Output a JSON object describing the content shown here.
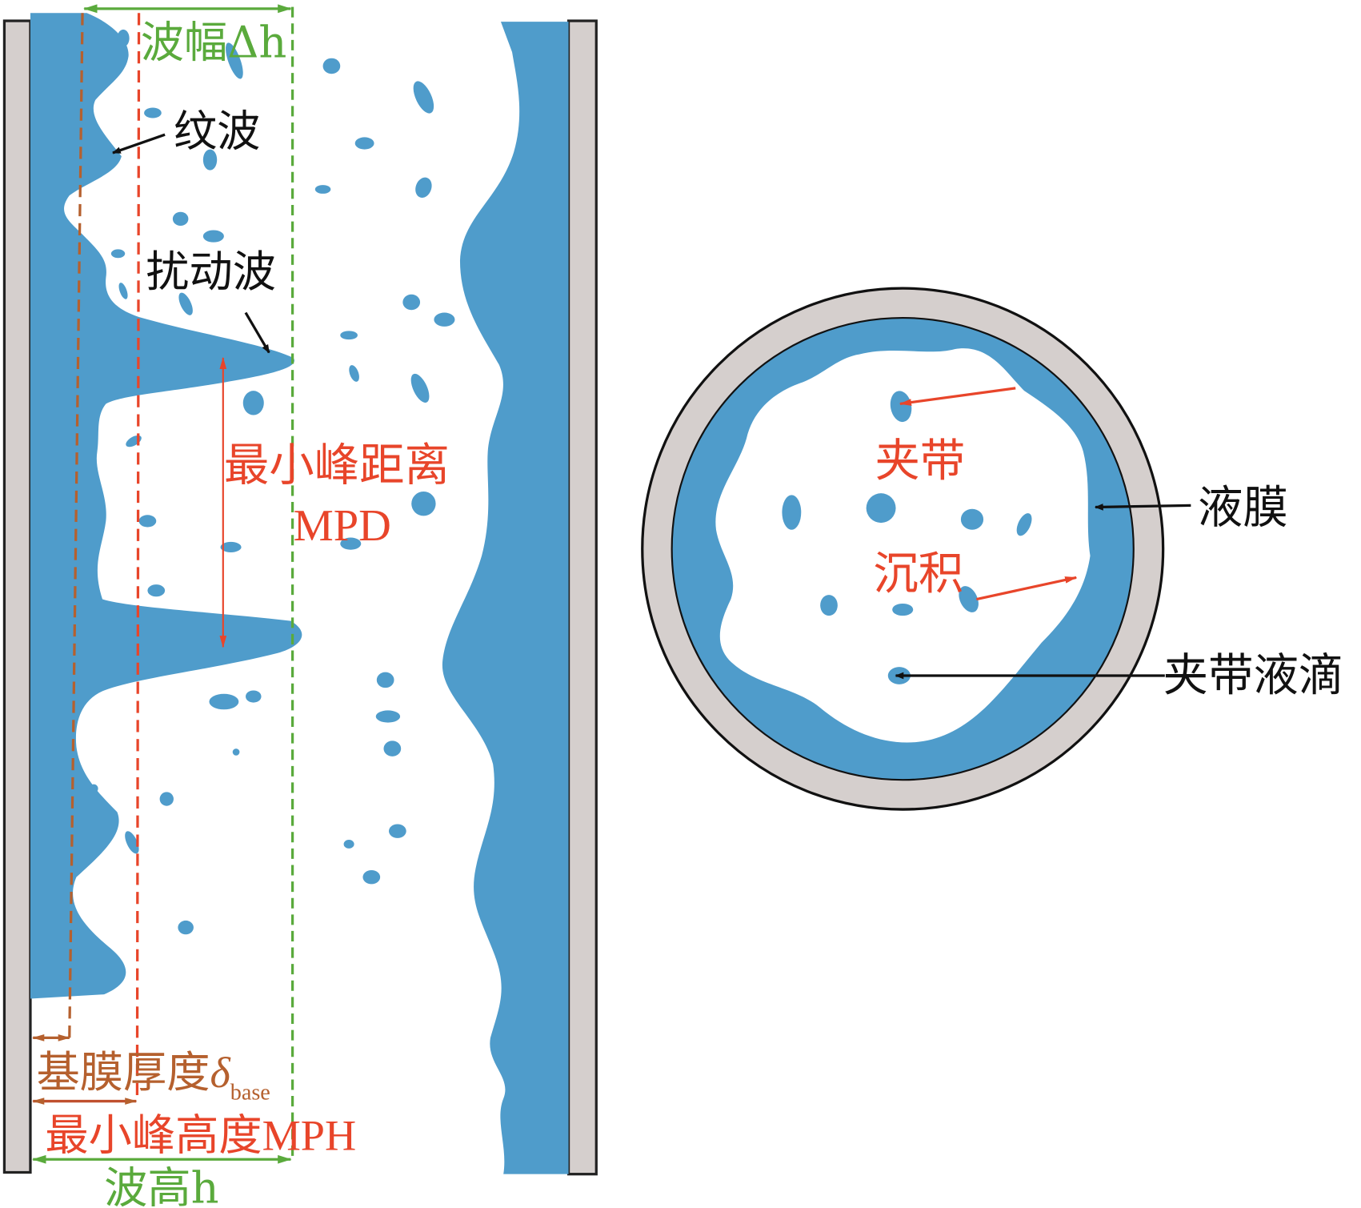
{
  "colors": {
    "liquid": "#4f9ccb",
    "wall": "#d5cfcd",
    "green": "#5aaa3c",
    "red": "#e8452a",
    "brown": "#b5602e",
    "black": "#111111"
  },
  "labels": {
    "wave_amplitude": "波幅Δh",
    "ripple_wave": "纹波",
    "disturbance_wave": "扰动波",
    "mpd_cn": "最小峰距离",
    "mpd": "MPD",
    "base_film_cn": "基膜厚度",
    "base_film_symbol": "δ",
    "base_film_sub": "base",
    "mph_cn": "最小峰高度",
    "mph": "MPH",
    "wave_height": "波高h",
    "entrainment": "夹带",
    "liquid_film": "液膜",
    "deposition": "沉积",
    "entrained_droplet": "夹带液滴"
  }
}
